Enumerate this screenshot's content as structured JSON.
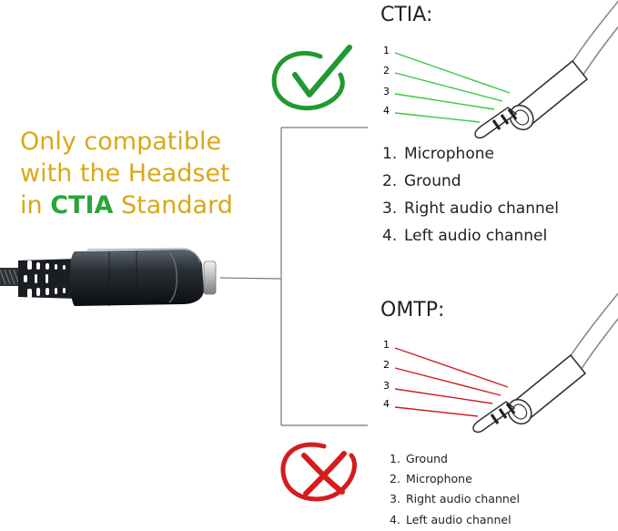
{
  "compatibility": {
    "line1": "Only compatible",
    "line2": "with the Headset",
    "line3_prefix": "in",
    "line3_highlight": "CTIA",
    "line3_suffix": "Standard"
  },
  "ctia": {
    "title": "CTIA:",
    "status": "check-mark",
    "pin_numbers": [
      "1",
      "2",
      "3",
      "4"
    ],
    "pins": [
      {
        "number": "1.",
        "label": "Microphone"
      },
      {
        "number": "2.",
        "label": "Ground"
      },
      {
        "number": "3.",
        "label": "Right audio channel"
      },
      {
        "number": "4.",
        "label": "Left audio channel"
      }
    ]
  },
  "omtp": {
    "title": "OMTP:",
    "status": "cross-mark",
    "pin_numbers": [
      "1",
      "2",
      "3",
      "4"
    ],
    "pins": [
      {
        "number": "1.",
        "label": "Ground"
      },
      {
        "number": "2.",
        "label": "Microphone"
      },
      {
        "number": "3.",
        "label": "Right audio channel"
      },
      {
        "number": "4.",
        "label": "Left audio channel"
      }
    ]
  },
  "colors": {
    "compat_text": "#d9a817",
    "ctia_highlight": "#2ba53a",
    "ctia_lines": "#38c83c",
    "omtp_lines": "#cc1f1f",
    "check_mark": "#1f9a30",
    "cross_mark": "#d41c1c"
  }
}
